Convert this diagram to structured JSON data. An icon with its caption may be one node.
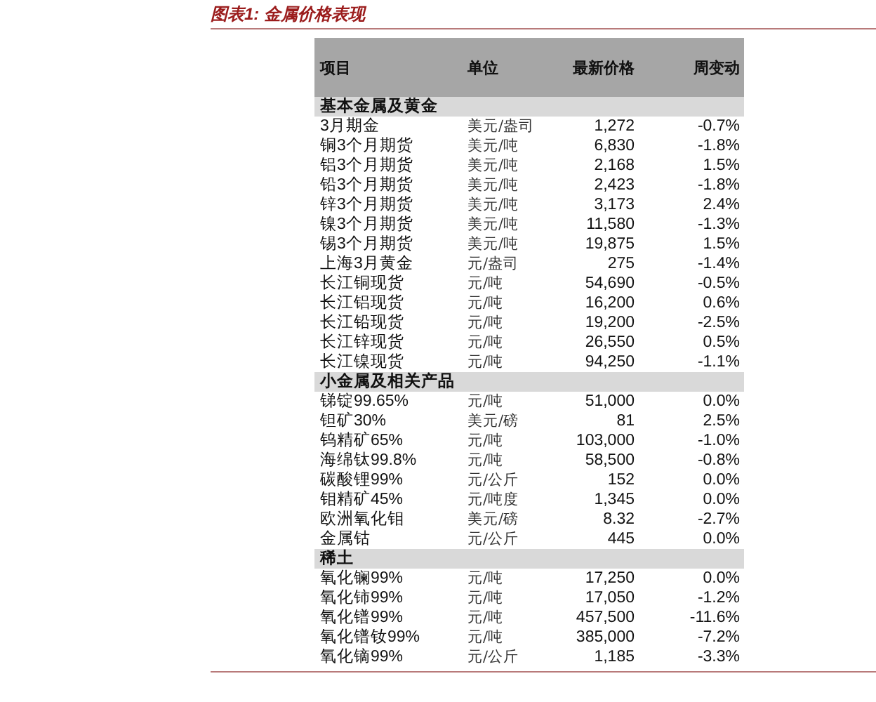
{
  "diagram": {
    "title": "图表1: 金属价格表现",
    "labels": [
      "项目",
      "单位",
      "最新价格",
      "周变动",
      "基本金属及黄金",
      "3月期金",
      "美元/盎司",
      "1,272",
      "-0.7%",
      "铜3个月期货",
      "美元/吨",
      "6,830",
      "-1.8%",
      "铝3个月期货",
      "美元/吨",
      "2,168",
      "1.5%",
      "铅3个月期货",
      "美元/吨",
      "2,423",
      "-1.8%",
      "锌3个月期货",
      "美元/吨",
      "3,173",
      "2.4%",
      "镍3个月期货",
      "美元/吨",
      "11,580",
      "-1.3%",
      "锡3个月期货",
      "美元/吨",
      "19,875",
      "1.5%",
      "上海3月黄金",
      "元/盎司",
      "275",
      "-1.4%",
      "长江铜现货",
      "元/吨",
      "54,690",
      "-0.5%",
      "长江铝现货",
      "元/吨",
      "16,200",
      "0.6%",
      "长江铅现货",
      "元/吨",
      "19,200",
      "-2.5%",
      "长江锌现货",
      "元/吨",
      "26,550",
      "0.5%",
      "长江镍现货",
      "元/吨",
      "94,250",
      "-1.1%",
      "小金属及相关产品",
      "锑锭99.65%",
      "元/吨",
      "51,000",
      "0.0%",
      "钽矿30%",
      "美元/磅",
      "81",
      "2.5%",
      "钨精矿65%",
      "元/吨",
      "103,000",
      "-1.0%",
      "海绵钛99.8%",
      "元/吨",
      "58,500",
      "-0.8%",
      "碳酸锂99%",
      "元/公斤",
      "152",
      "0.0%",
      "钼精矿45%",
      "元/吨度",
      "1,345",
      "0.0%",
      "欧洲氧化钼",
      "美元/磅",
      "8.32",
      "-2.7%",
      "金属钴",
      "元/公斤",
      "445",
      "0.0%",
      "稀土",
      "氧化镧99%",
      "元/吨",
      "17,250",
      "0.0%",
      "氧化铈99%",
      "元/吨",
      "17,050",
      "-1.2%",
      "氧化镨99%",
      "元/吨",
      "457,500",
      "-11.6%",
      "氧化镨钕99%",
      "元/吨",
      "385,000",
      "-7.2%",
      "氧化镝99%",
      "元/公斤",
      "1,185",
      "-3.3%"
    ]
  }
}
